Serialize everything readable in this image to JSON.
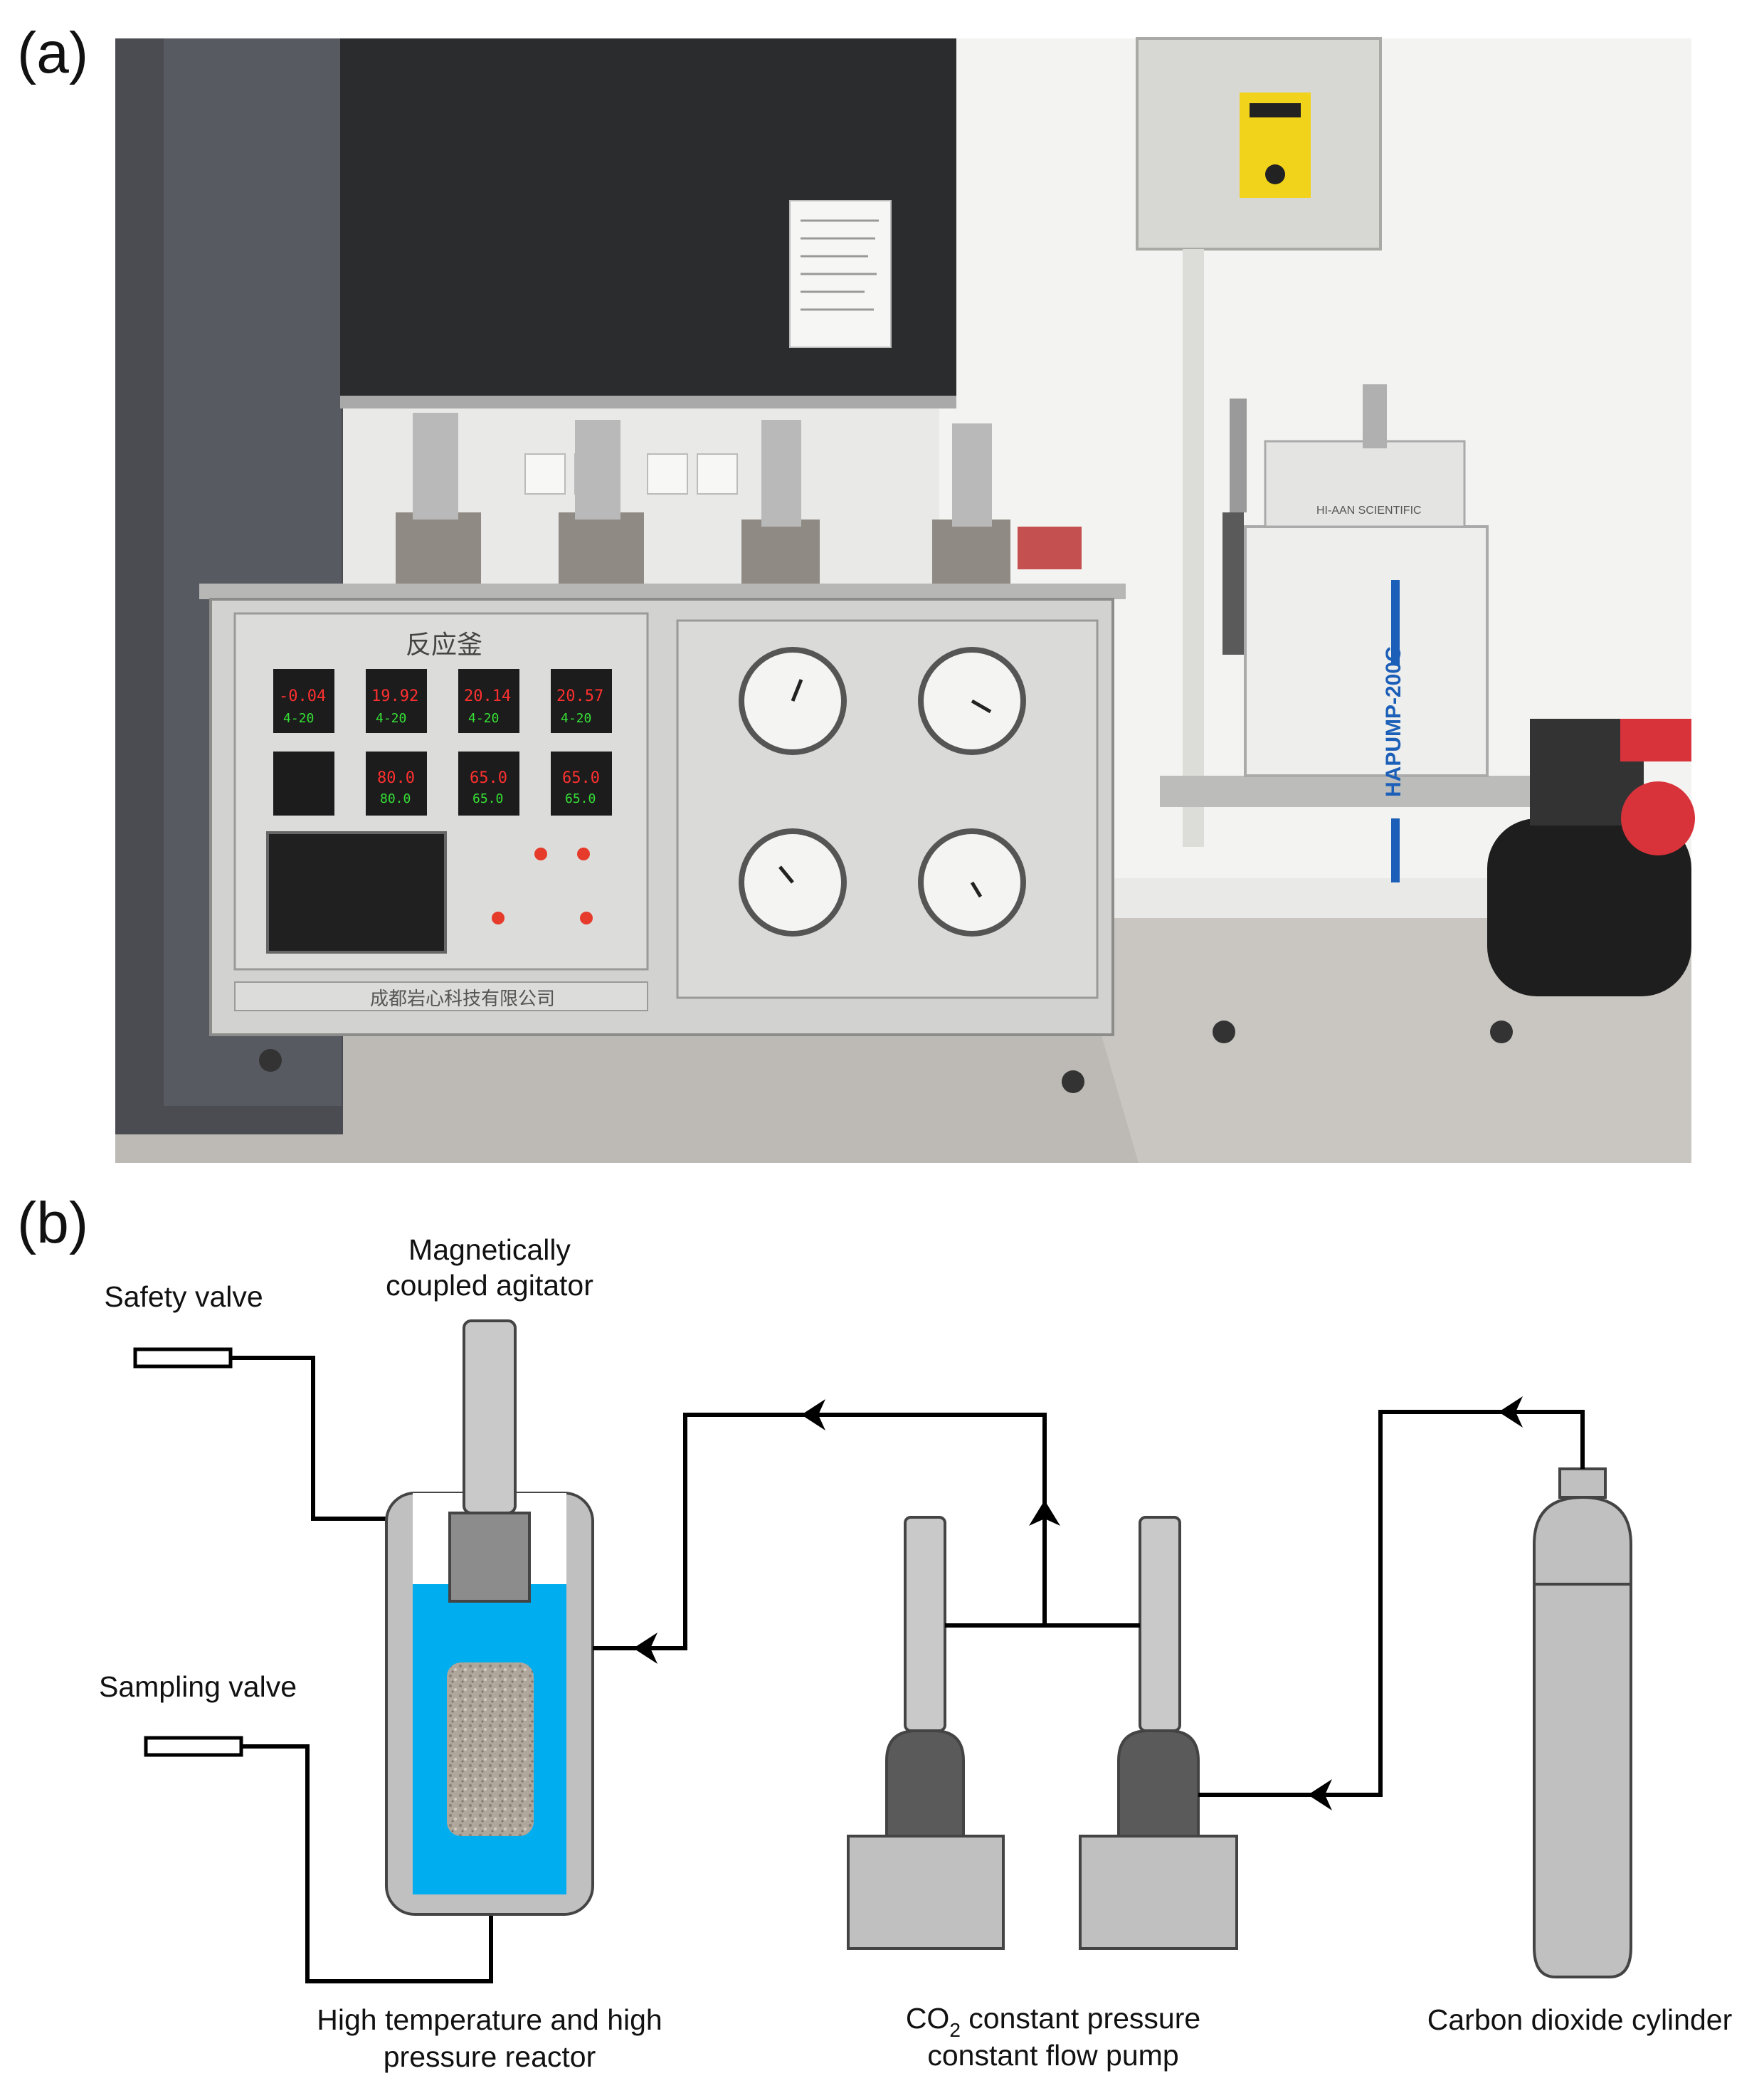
{
  "panel_a": {
    "label": "(a)",
    "photo_texts": {
      "panel_title": "反应釜",
      "company_name": "成都岩心科技有限公司",
      "pump_model": "HAPUMP-200C",
      "pump_brand": "HI-AAN SCIENTIFIC",
      "controller_readouts": [
        "-0.04",
        "19.92",
        "20.14",
        "20.57",
        "80.0",
        "65.0",
        "65.0"
      ],
      "controller_setpoints": [
        "4-20",
        "4-20",
        "4-20",
        "4-20",
        "80.0",
        "65.0",
        "65.0"
      ]
    }
  },
  "panel_b": {
    "label": "(b)",
    "labels": {
      "agitator_line1": "Magnetically",
      "agitator_line2": "coupled agitator",
      "safety_valve": "Safety valve",
      "sampling_valve": "Sampling valve",
      "reactor_line1": "High temperature and high",
      "reactor_line2": "pressure reactor",
      "pump_line1_prefix": "CO",
      "pump_line1_sub": "2",
      "pump_line1_suffix": " constant pressure",
      "pump_line2": "constant flow pump",
      "cylinder": "Carbon dioxide cylinder"
    }
  },
  "colors": {
    "liquid": "#00aeef",
    "vessel_gray": "#c0c0c0",
    "dark_gray": "#5a5a5a",
    "line": "#000000",
    "core_sample": "#b0a79c"
  }
}
